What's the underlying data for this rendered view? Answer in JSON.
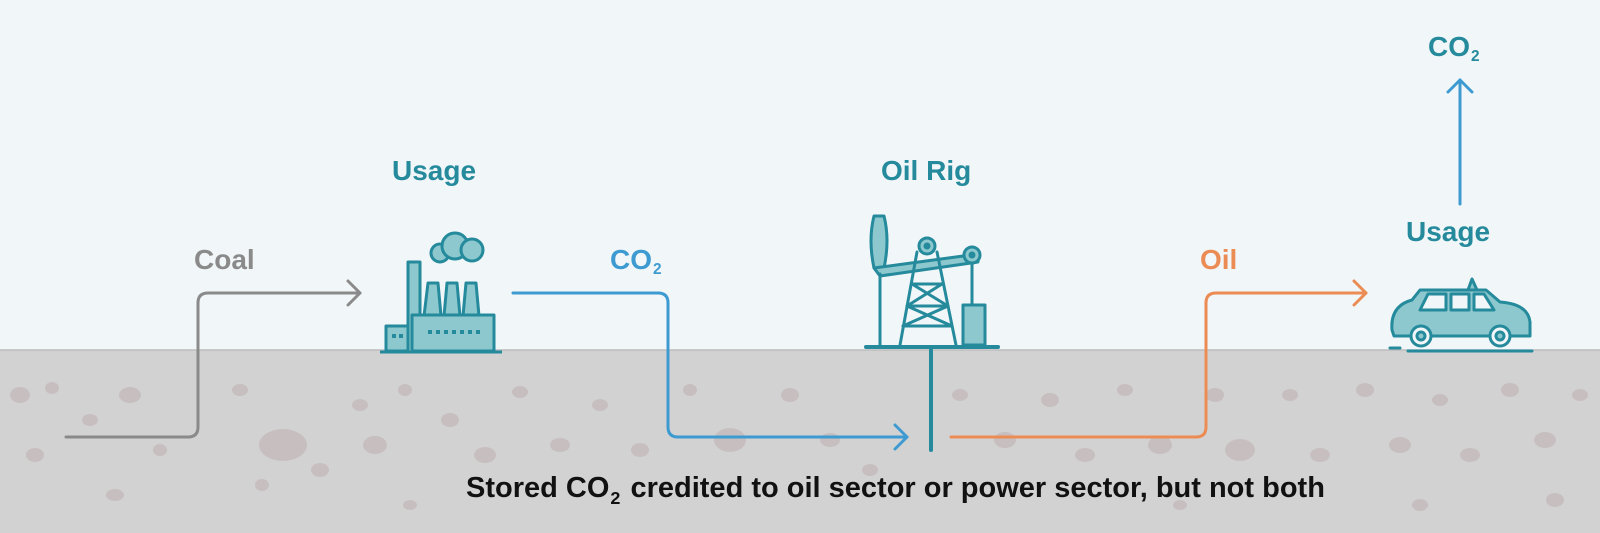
{
  "labels": {
    "coal": "Coal",
    "usage_factory": "Usage",
    "co2_pipe": {
      "main": "CO",
      "sub": "2"
    },
    "oil_rig": "Oil Rig",
    "oil": "Oil",
    "usage_car": "Usage",
    "co2_emission": {
      "main": "CO",
      "sub": "2"
    }
  },
  "caption": {
    "before": "Stored CO",
    "sub": "2",
    "after": " credited to oil sector or power sector, but not both"
  },
  "colors": {
    "sky": "#f1f6f8",
    "ground": "#d3d2d3",
    "pebble": "#c7bfbf",
    "teal": "#248a9c",
    "icon_fill": "#8cc8cd",
    "coal_arrow": "#8a8a8a",
    "co2_arrow": "#3e9bd1",
    "oil_arrow": "#ec8c55"
  },
  "icons": {
    "factory": "factory-icon",
    "pumpjack": "oil-pumpjack-icon",
    "car": "car-icon"
  }
}
